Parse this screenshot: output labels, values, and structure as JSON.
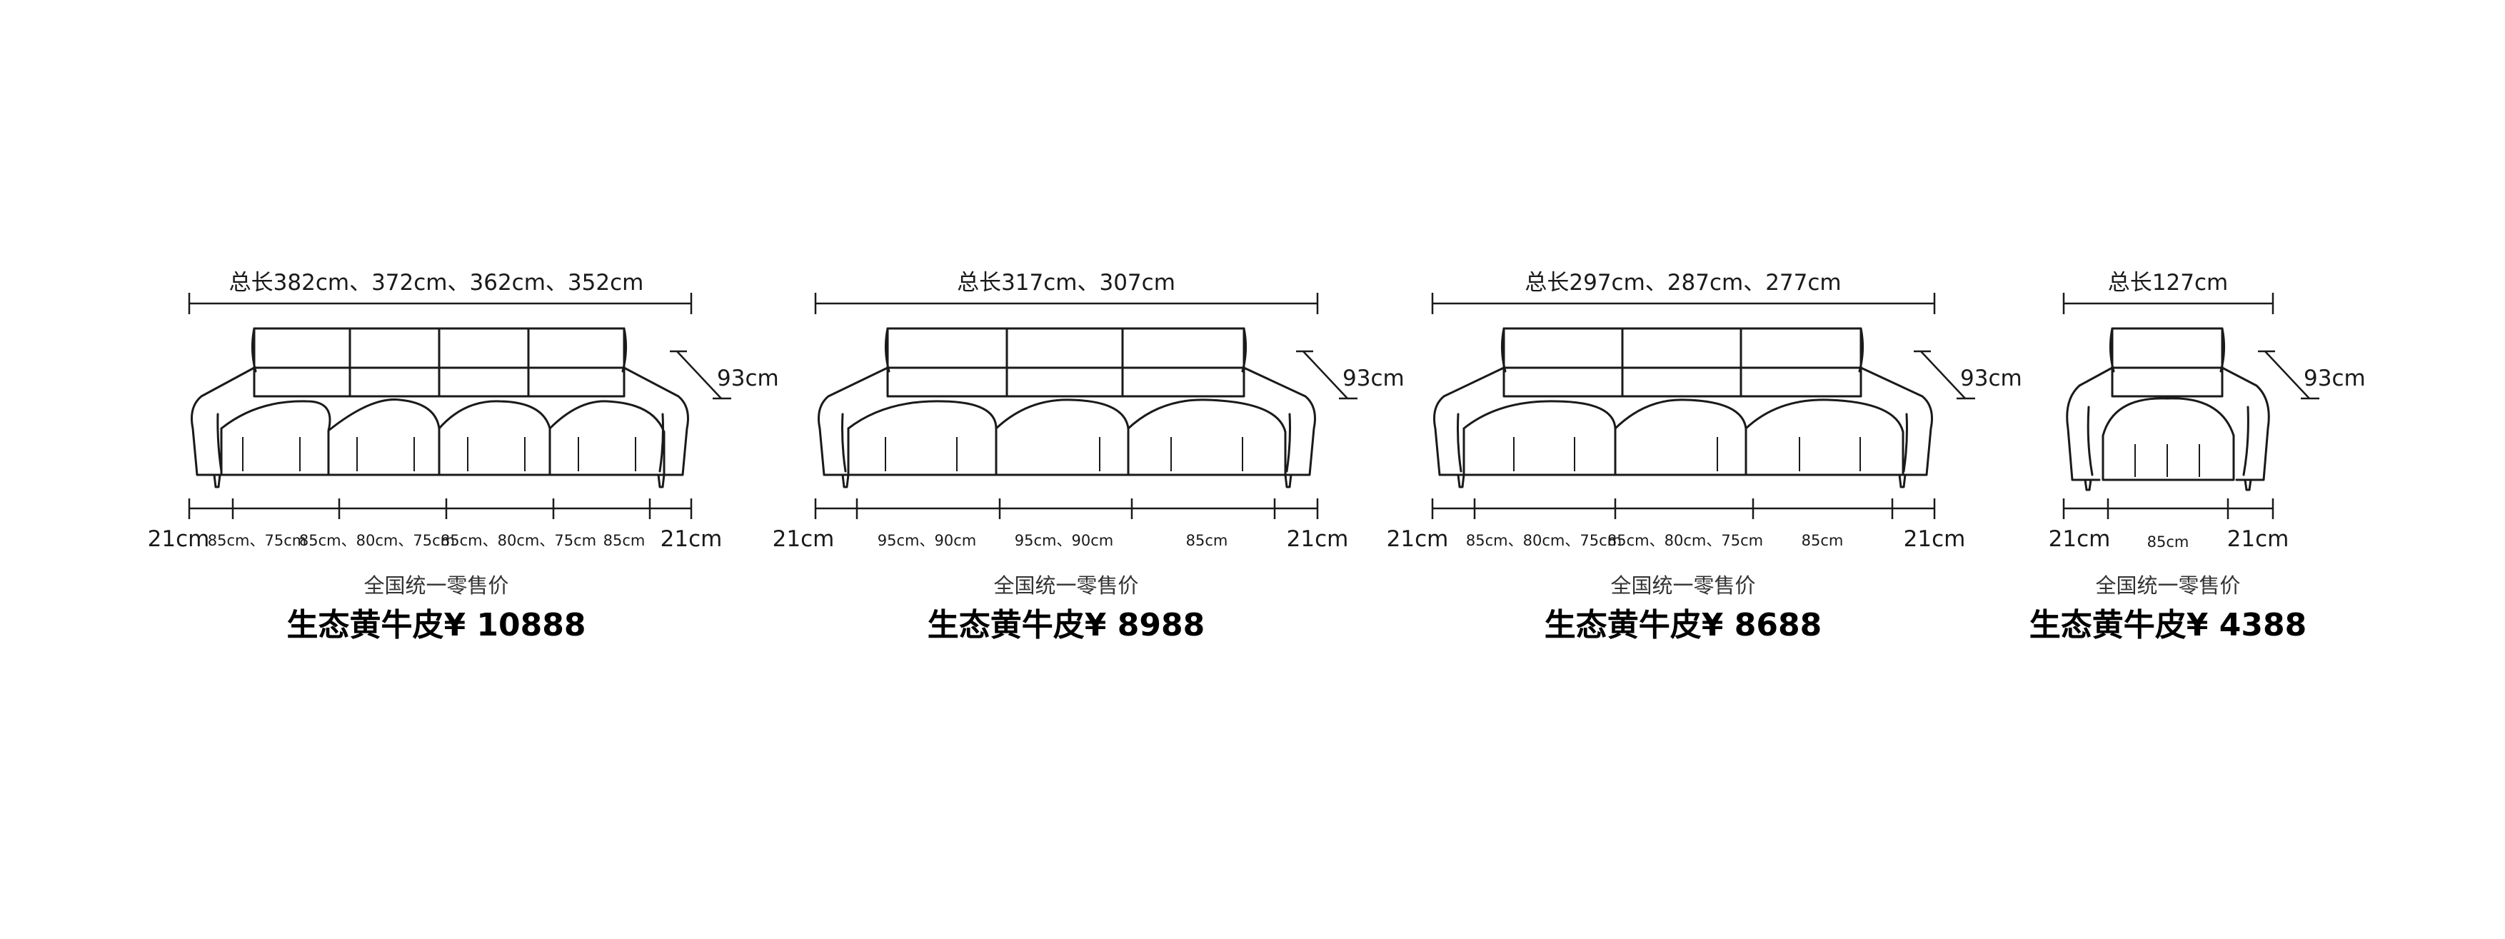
{
  "products": [
    {
      "total_length": "总长382cm、372cm、362cm、352cm",
      "height": "93cm",
      "arm_left": "21cm",
      "arm_right": "21cm",
      "seat_widths": [
        "85cm、75cm",
        "85cm、80cm、75cm",
        "85cm、80cm、75cm",
        "85cm"
      ],
      "retail_label": "全国统一零售价",
      "price": "生态黄牛皮¥ 10888"
    },
    {
      "total_length": "总长317cm、307cm",
      "height": "93cm",
      "arm_left": "21cm",
      "arm_right": "21cm",
      "seat_widths": [
        "95cm、90cm",
        "95cm、90cm",
        "85cm"
      ],
      "retail_label": "全国统一零售价",
      "price": "生态黄牛皮¥ 8988"
    },
    {
      "total_length": "总长297cm、287cm、277cm",
      "height": "93cm",
      "arm_left": "21cm",
      "arm_right": "21cm",
      "seat_widths": [
        "85cm、80cm、75cm",
        "85cm、80cm、75cm",
        "85cm"
      ],
      "retail_label": "全国统一零售价",
      "price": "生态黄牛皮¥ 8688"
    },
    {
      "total_length": "总长127cm",
      "height": "93cm",
      "arm_left": "21cm",
      "arm_right": "21cm",
      "seat_widths": [
        "85cm"
      ],
      "retail_label": "全国统一零售价",
      "price": "生态黄牛皮¥ 4388"
    }
  ]
}
